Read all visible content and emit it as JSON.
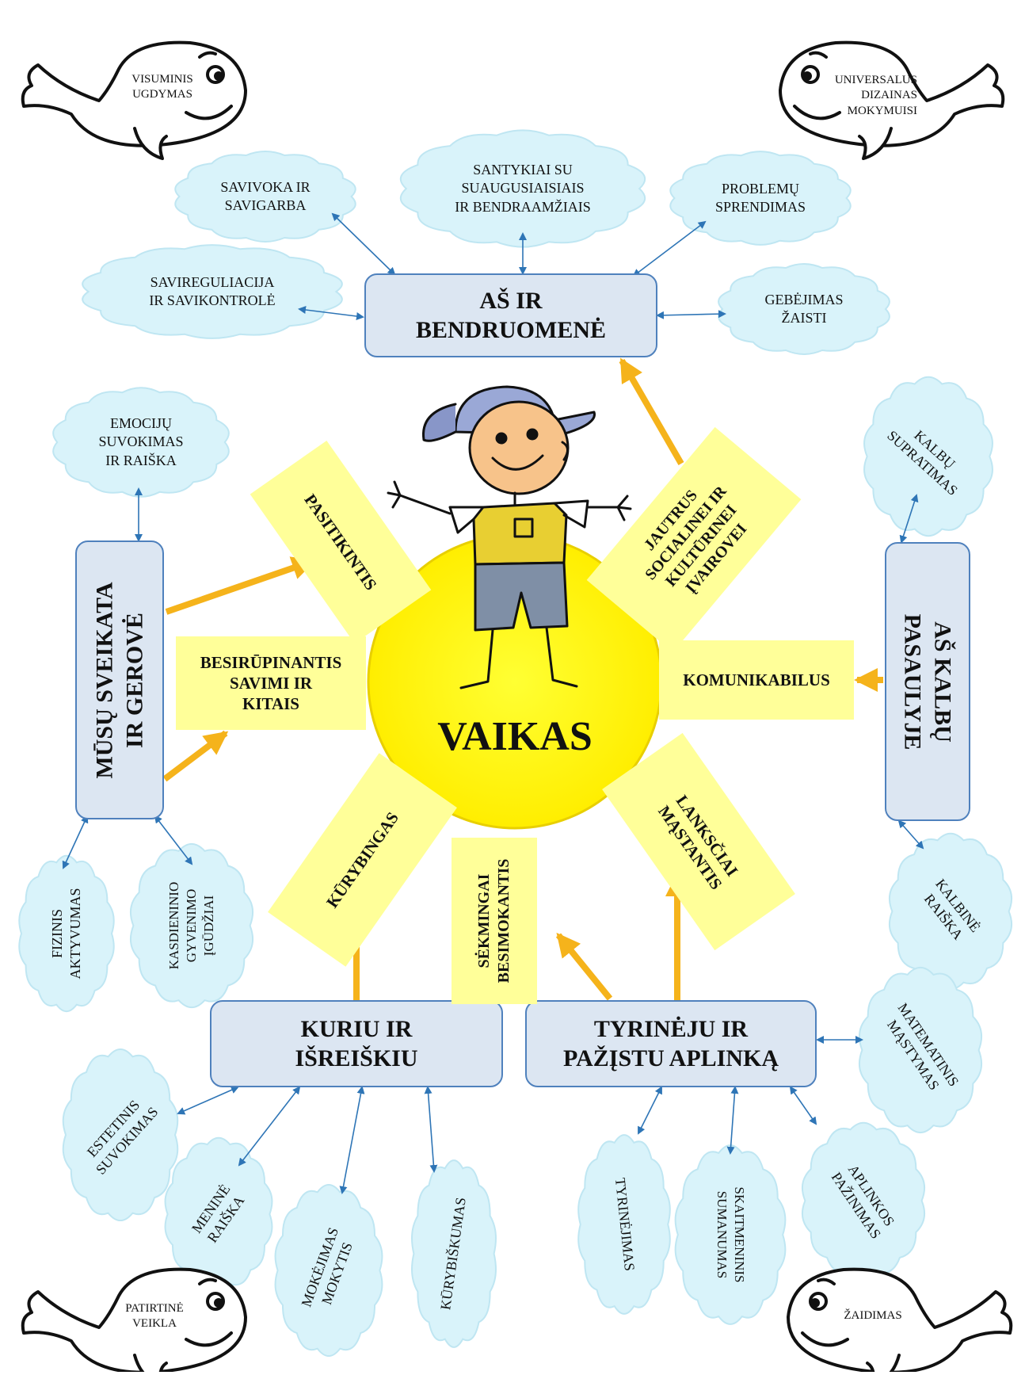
{
  "center": {
    "label": "VAIKAS",
    "color": "#ffff00"
  },
  "main_boxes": {
    "community": "AŠ IR\nBENDRUOMENĖ",
    "health": "MŪSŲ SVEIKATA\nIR GEROVĖ",
    "languages": "AŠ KALBŲ\nPASAULYJE",
    "create": "KURIU IR\nIŠREIŠKIU",
    "explore": "TYRINĖJU IR\nPAŽĮSTU APLINKĄ"
  },
  "traits": {
    "confident": "PASITIKINTIS",
    "caring": "BESIRŪPINANTIS\nSAVIMI IR\nKITAIS",
    "creative": "KŪRYBINGAS",
    "learner": "SĖKMINGAI\nBESIMOKANTIS",
    "flexible": "LANKSČIAI\nMĄSTANTIS",
    "communicative": "KOMUNIKABILUS",
    "sensitive": "JAUTRUS\nSOCIALINEI IR\nKULTŪRINEI\nĮVAIROVEI"
  },
  "clouds": {
    "self_awareness": "SAVIVOKA IR\nSAVIGARBA",
    "relationships": "SANTYKIAI SU\nSUAUGUSIAISIAIS\nIR BENDRAAMŽIAIS",
    "problem_solving": "PROBLEMŲ\nSPRENDIMAS",
    "self_regulation": "SAVIREGULIACIJA\nIR SAVIKONTROLĖ",
    "play_ability": "GEBĖJIMAS\nŽAISTI",
    "emotions": "EMOCIJŲ\nSUVOKIMAS\nIR RAIŠKA",
    "physical": "FIZINIS\nAKTYVUMAS",
    "daily_skills": "KASDIENINIO\nGYVENIMO\nĮGŪDŽIAI",
    "language_understanding": "KALBŲ\nSUPRATIMAS",
    "verbal_expression": "KALBINĖ\nRAIŠKA",
    "aesthetic": "ESTETINIS\nSUVOKIMAS",
    "art_expression": "MENINĖ\nRAIŠKA",
    "learning_to_learn": "MOKĖJIMAS\nMOKYTIS",
    "creativity": "KŪRYBIŠKUMAS",
    "exploration": "TYRINĖJIMAS",
    "numeracy": "SKAITMENINIS\nSUMANUMAS",
    "environment": "APLINKOS\nPAŽINIMAS",
    "math": "MATEMATINIS\nMĄSTYMAS"
  },
  "whales": {
    "top_left": "VISUMINIS\nUGDYMAS",
    "top_right": "UNIVERSALUS\nDIZAINAS\nMOKYMUISI",
    "bottom_left": "PATIRTINĖ\nVEIKLA",
    "bottom_right": "ŽAIDIMAS"
  },
  "colors": {
    "cloud_fill": "#d9f3fa",
    "box_fill": "#dce6f2",
    "box_border": "#4f81bd",
    "trait_fill": "#ffff99",
    "arrow_orange": "#f5b31b",
    "arrow_blue": "#2e75b6"
  }
}
